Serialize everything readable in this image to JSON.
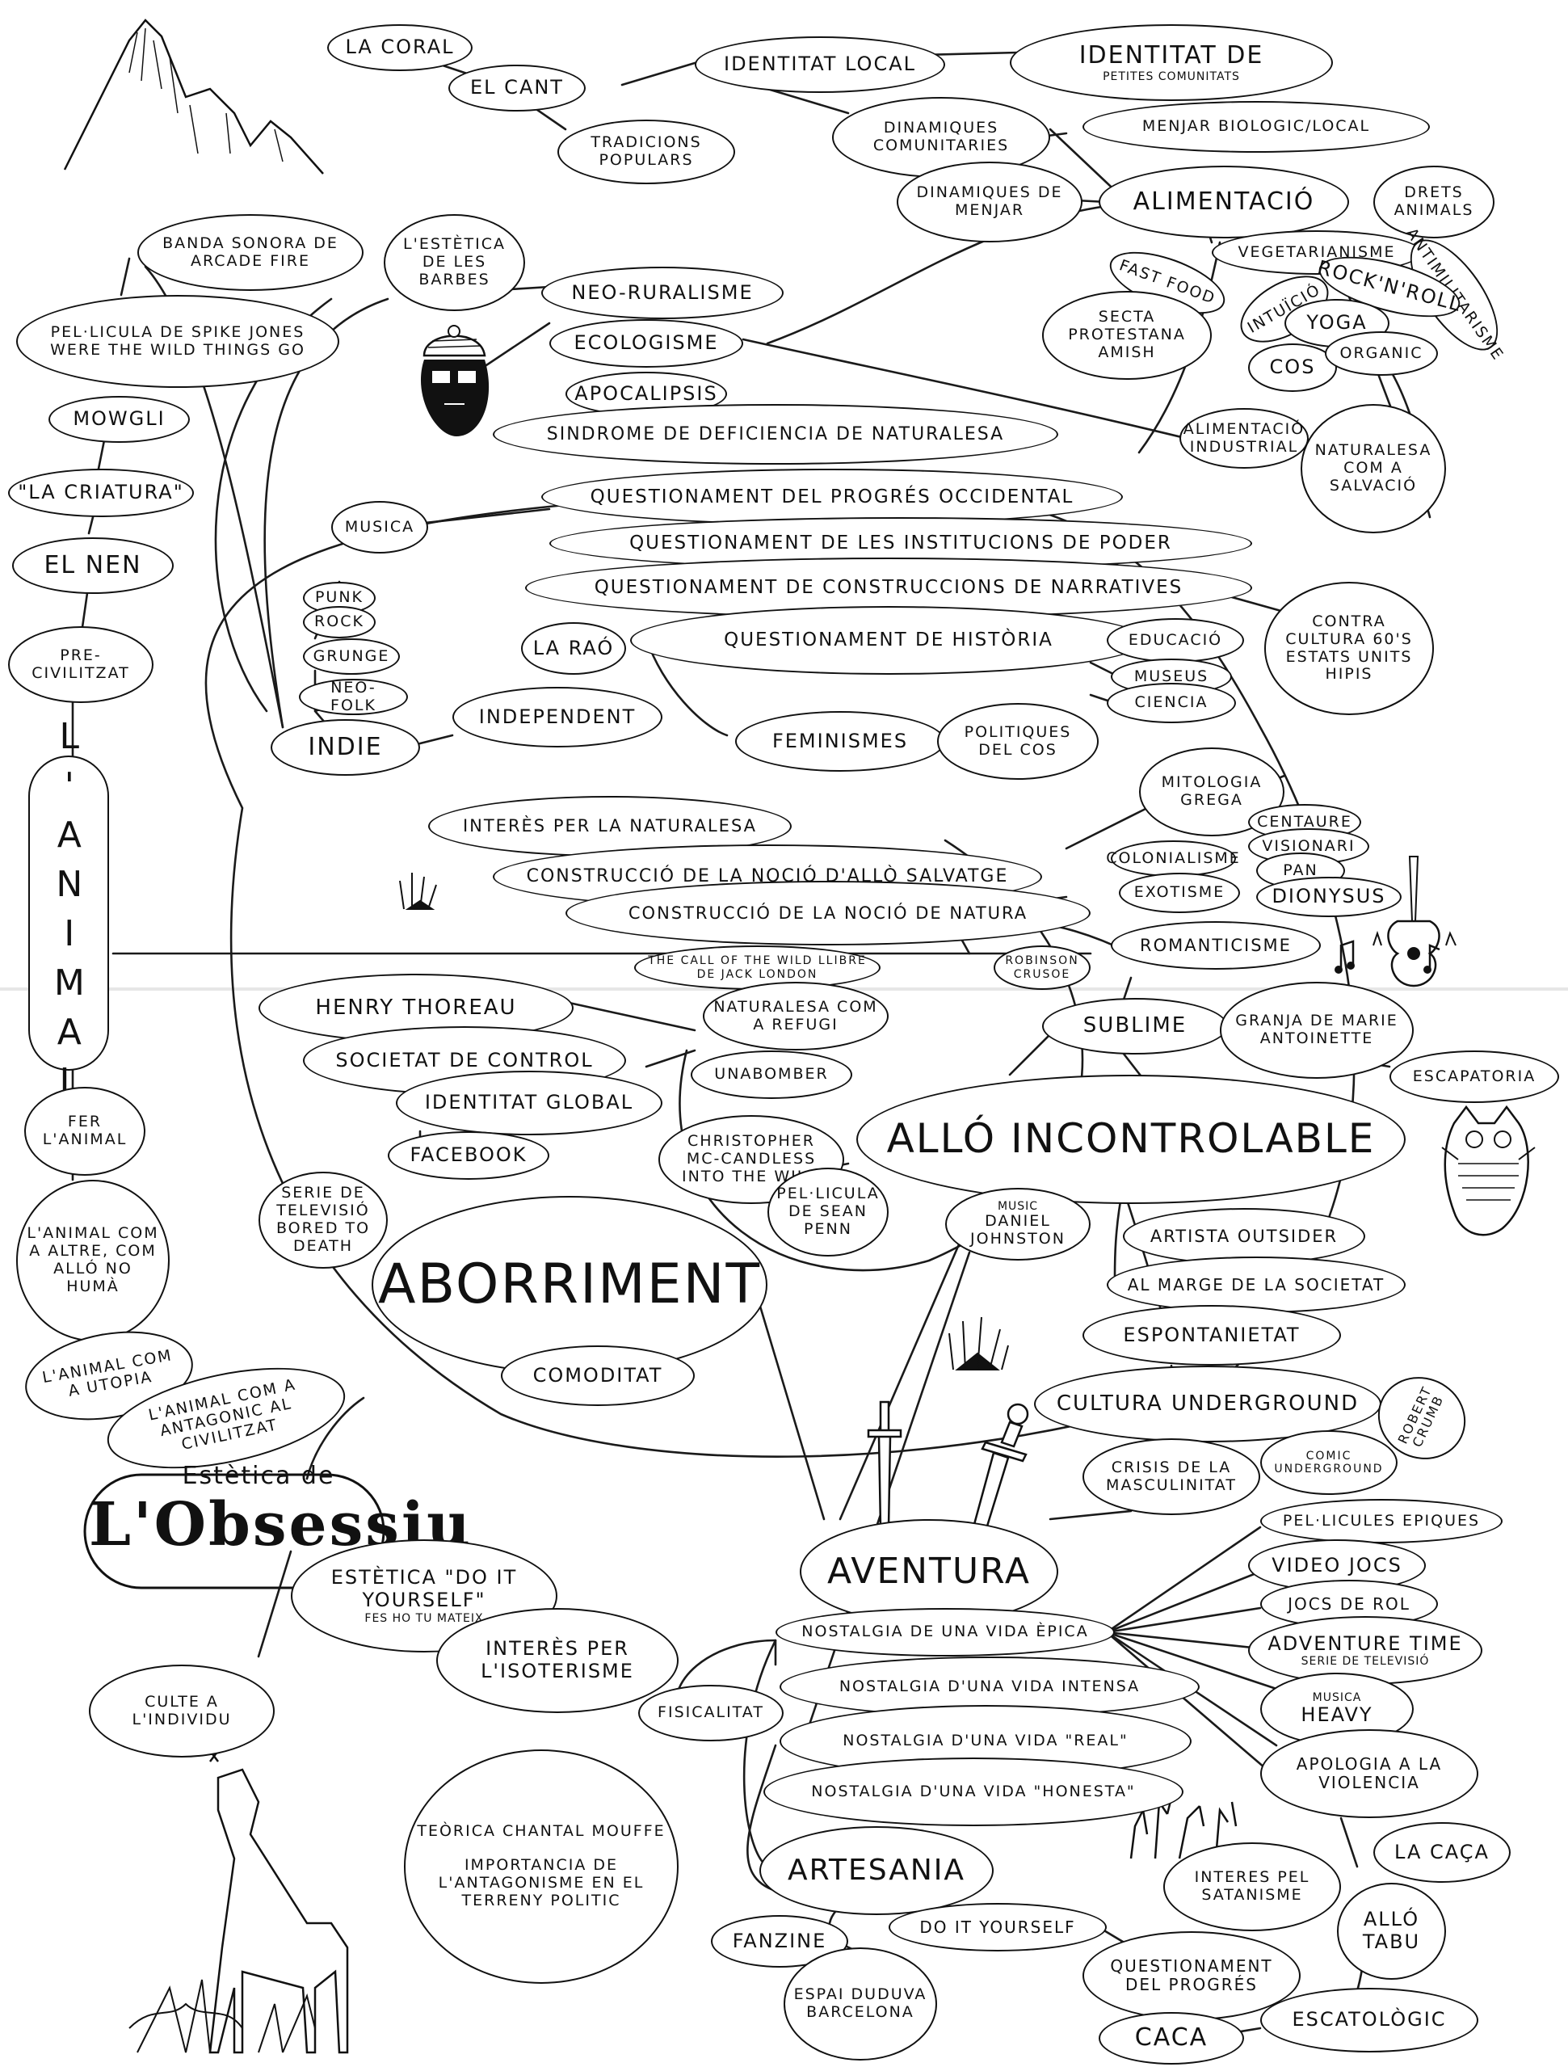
{
  "nodes": {
    "la_coral": "La Coral",
    "el_cant": "El Cant",
    "tradicions": "Tradicions populars",
    "identitat_local": "Identitat local",
    "identitat_petites": "Identitat de",
    "identitat_petites_sub": "petites comunitats",
    "dinamiques_comunitaries": "Dinamiques comunitaries",
    "menjar_biologic": "Menjar biologic/local",
    "dinamiques_menjar": "Dinamiques de menjar",
    "alimentacio": "Alimentació",
    "drets_animals": "Drets animals",
    "vegetarianisme": "Vegetarianisme",
    "antimilitarisme": "Antimilitarisme",
    "fast_food": "Fast food",
    "intuicio": "Intuïció",
    "rocknroll": "Rock'n'Roll",
    "yoga": "Yoga",
    "cos": "Cos",
    "organic": "Organic",
    "secta_amish": "Secta protestana Amish",
    "alimentacio_industrial": "Alimentació industrial",
    "naturalesa_salvacio": "Naturalesa com a salvació",
    "banda_sonora": "Banda sonora de Arcade Fire",
    "pelicula_spike": "Pel·licula de Spike Jones Were the wild things go",
    "mowgli": "Mowgli",
    "la_criatura": "\"La criatura\"",
    "el_nen": "El nen",
    "pre_civilitzat": "Pre-civilitzat",
    "lanimal": "L'ANIMAL",
    "estetica_barbes": "L'estètica de les barbes",
    "neo_ruralisme": "Neo-Ruralisme",
    "ecologisme": "Ecologisme",
    "apocalipsis": "Apocalipsis",
    "sindrome": "Sindrome de deficiencia de naturalesa",
    "questionament_progres": "Questionament del progrés occidental",
    "questionament_institucions": "Questionament de les institucions de poder",
    "questionament_narratives": "Questionament de construccions de narratives",
    "questionament_historia": "Questionament de història",
    "la_rao": "La raó",
    "educacio": "Educació",
    "museus": "Museus",
    "ciencia": "Ciencia",
    "contra_cultura": "Contra cultura 60's Estats Units Hipis",
    "musica": "Musica",
    "punk": "Punk",
    "rock": "Rock",
    "grunge": "Grunge",
    "neo_folk": "Neo-Folk",
    "indie": "Indie",
    "independent": "Independent",
    "feminismes": "Feminismes",
    "politiques_cos": "Politiques del cos",
    "mitologia_grega": "Mitologia grega",
    "centaure": "Centaure",
    "visionari": "Visionari",
    "pan": "Pan",
    "dionysus": "Dionysus",
    "colonialisme": "Colonialisme",
    "exotisme": "Exotisme",
    "interes_naturalesa": "Interès per la naturalesa",
    "construccio_salvatge": "Construcció de la noció d'allò salvatge",
    "construccio_natura": "Construcció de la noció de natura",
    "call_wild": "The call of the wild llibre de Jack London",
    "robinson": "Robinson Crusoe",
    "romanticisme": "Romanticisme",
    "henry_thoreau": "Henry Thoreau",
    "naturalesa_refugi": "Naturalesa com a refugi",
    "sublime": "Sublime",
    "granja": "Granja de Marie Antoinette",
    "societat_control": "Societat de control",
    "unabomber": "Unabomber",
    "escapatoria": "Escapatoria",
    "identitat_global": "Identitat global",
    "allo_incontrolable": "Alló Incontrolable",
    "facebook": "Facebook",
    "christopher": "Christopher Mc-Candless Into the wild",
    "pelicula_sean": "Pel·licula de Sean Penn",
    "music_daniel": "Music",
    "daniel_johnston": "Daniel Johnston",
    "artista_outsider": "Artista outsider",
    "fer_lanimal": "Fer l'animal",
    "serie_bored": "Serie de televisió Bored to death",
    "aborriment": "Aborriment",
    "al_marge": "Al marge de la societat",
    "lanimal_altre": "L'animal com a altre, com alló no humà",
    "espontanietat": "Espontanietat",
    "comoditat": "Comoditat",
    "cultura_underground": "Cultura Underground",
    "robert_crumb": "Robert Crumb",
    "lanimal_utopia": "L'animal com a utopia",
    "lanimal_antagonic": "L'animal com a antagonic al civilitzat",
    "crisis_masculinitat": "Crisis de la masculinitat",
    "comic_underground": "Comic underground",
    "estetica_de": "Estètica de",
    "lobsessiu": "L'Obsessiu",
    "pellicules_epiques": "Pel·licules epiques",
    "aventura": "Aventura",
    "estetica_diy": "Estètica \"Do it yourself\"",
    "estetica_diy_sub": "fes ho tu mateix",
    "video_jocs": "Video jocs",
    "jocs_rol": "Jocs de rol",
    "nostalgia_epica": "Nostalgia de una vida èpica",
    "adventure_time": "Adventure time",
    "adventure_time_sub": "serie de televisió",
    "interes_isoterisme": "Interès per l'isoterisme",
    "fisicalitat": "Fisicalitat",
    "nostalgia_intensa": "Nostalgia d'una vida intensa",
    "musica_heavy_top": "Musica",
    "musica_heavy": "Heavy",
    "culte_individu": "Culte a l'individu",
    "nostalgia_real": "Nostalgia d'una vida \"real\"",
    "apologia_violencia": "Apologia a la violencia",
    "teorica_chantal": "Teòrica Chantal Mouffe",
    "importancia_antagonisme": "Importancia de l'antagonisme en el terreny politic",
    "nostalgia_honesta": "Nostalgia d'una vida \"honesta\"",
    "la_caca_hunt": "La caça",
    "artesania": "Artesania",
    "interes_satanisme": "Interes pel satanisme",
    "allo_tabu": "Alló tabu",
    "fanzine": "Fanzine",
    "do_it_yourself": "Do it yourself",
    "questionament_progres2": "Questionament del progrés",
    "espai_duduva": "Espai Duduva Barcelona",
    "escatologic": "Escatològic",
    "caca": "Caca"
  },
  "icons": [
    "mountains-illustration",
    "bearded-man-illustration",
    "guitar-illustration",
    "music-notes-illustration",
    "swords-illustration",
    "grass-tuft-illustration",
    "owl-creature-illustration",
    "deer-illustration",
    "cactus-hands-illustration"
  ],
  "colors": {
    "ink": "#111111",
    "paper": "#ffffff"
  }
}
